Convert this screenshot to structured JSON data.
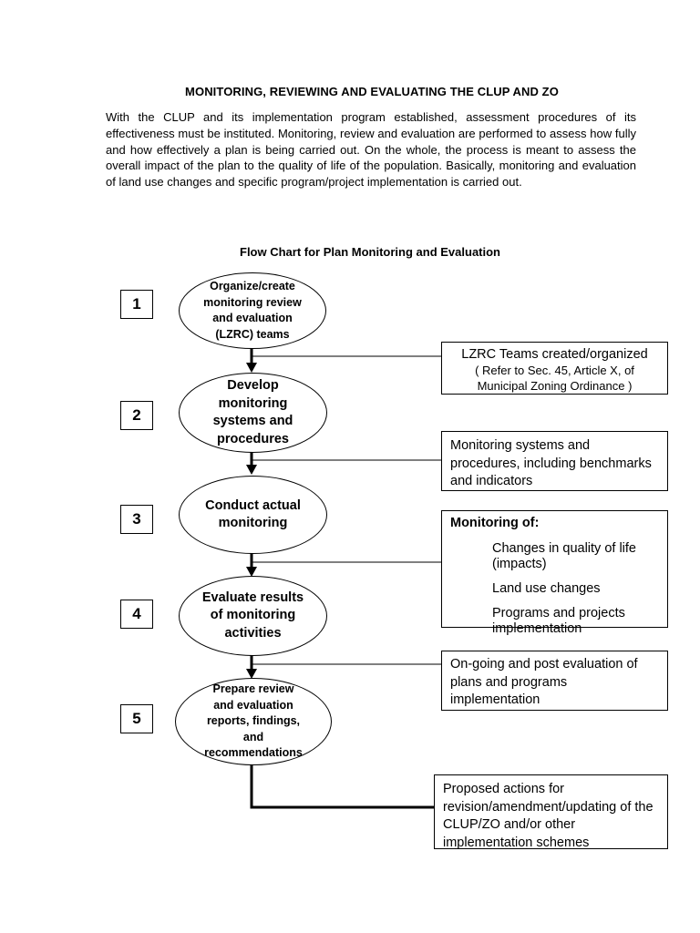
{
  "heading": "MONITORING, REVIEWING AND EVALUATING THE CLUP AND ZO",
  "intro": "With the CLUP and its implementation program established, assessment procedures of its effectiveness must be instituted. Monitoring, review and evaluation are performed to assess how fully and how effectively a plan is being carried out. On the whole, the process is meant to assess the overall impact of the plan to the quality of life of the population. Basically, monitoring and evaluation of land use changes and specific program/project implementation is carried out.",
  "chart_title": "Flow Chart for Plan Monitoring and Evaluation",
  "steps": [
    {
      "number": "1",
      "text": "Organize/create\nmonitoring review\nand evaluation\n(LZRC) teams"
    },
    {
      "number": "2",
      "text": "Develop\nmonitoring\nsystems and\nprocedures"
    },
    {
      "number": "3",
      "text": "Conduct actual\nmonitoring"
    },
    {
      "number": "4",
      "text": "Evaluate results\nof monitoring\nactivities"
    },
    {
      "number": "5",
      "text": "Prepare review\nand evaluation\nreports, findings,\nand\nrecommendations"
    }
  ],
  "outputs": {
    "lzrc_title": "LZRC Teams created/organized",
    "lzrc_ref": "( Refer to Sec. 45, Article X, of Municipal Zoning Ordinance )",
    "systems": "Monitoring systems and procedures, including benchmarks and indicators",
    "monitoring_heading": "Monitoring of:",
    "monitoring_items": [
      "Changes in quality of life (impacts)",
      "Land use changes",
      "Programs and projects implementation"
    ],
    "evaluation": "On-going and post evaluation of plans and programs implementation",
    "actions": "Proposed actions for revision/amendment/updating of the CLUP/ZO and/or other implementation schemes"
  }
}
